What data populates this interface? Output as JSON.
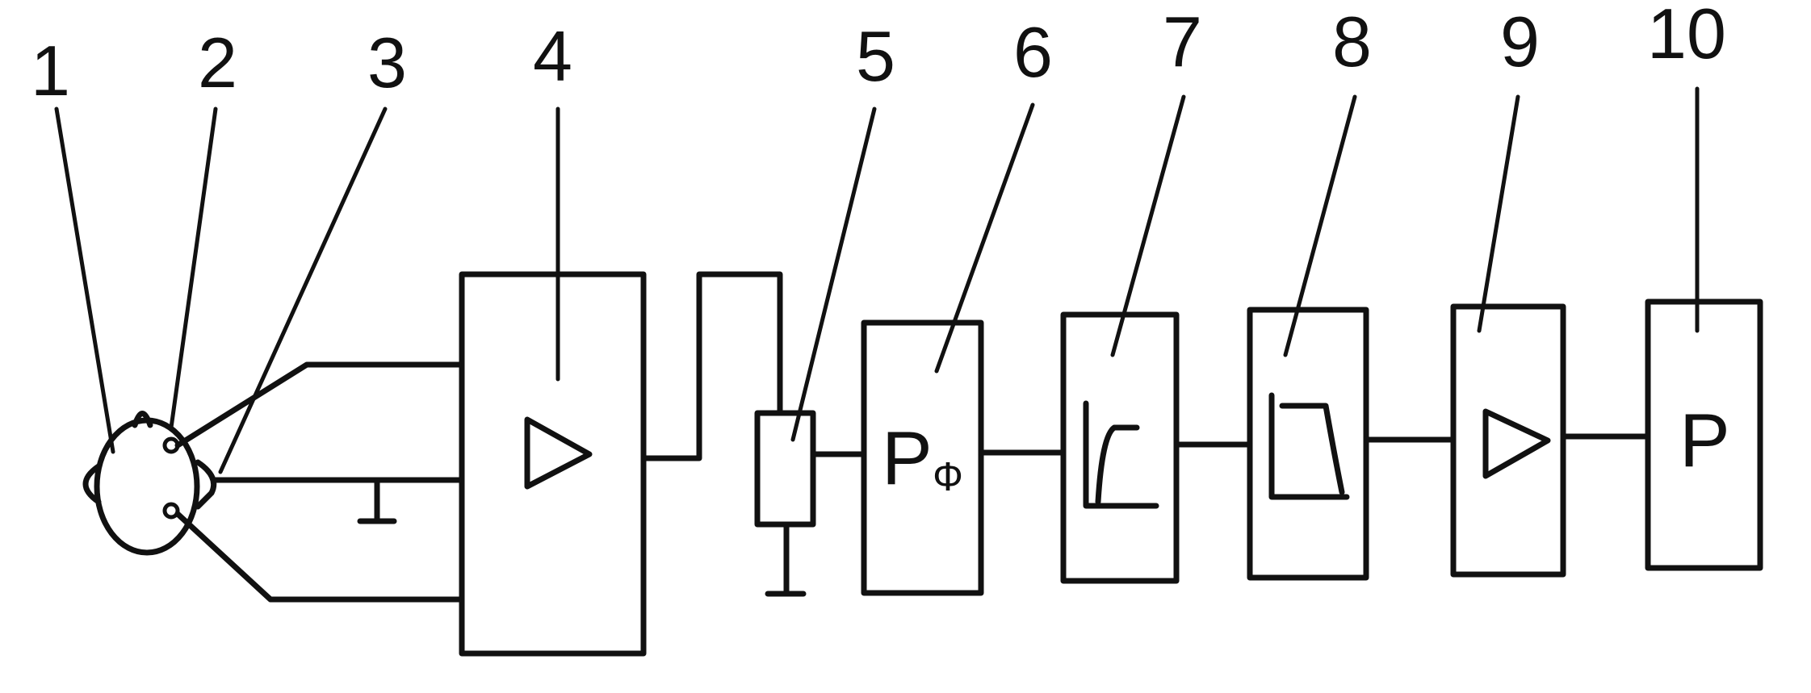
{
  "labels": [
    "1",
    "2",
    "3",
    "4",
    "5",
    "6",
    "7",
    "8",
    "9",
    "10"
  ],
  "block_text": {
    "rf_main": "P",
    "rf_sub": "Ф",
    "p": "P"
  }
}
